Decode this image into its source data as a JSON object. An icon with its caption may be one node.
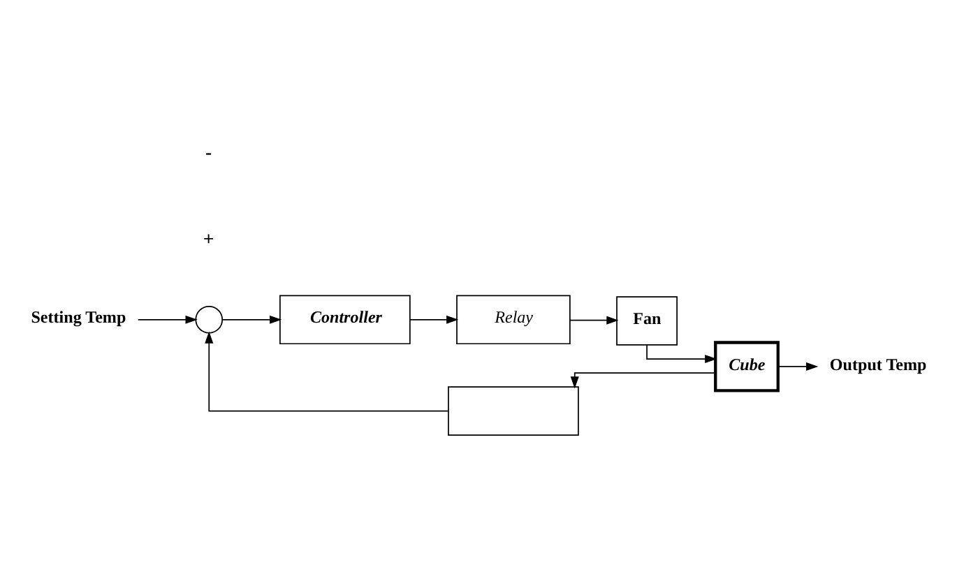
{
  "diagram": {
    "nodes": [
      {
        "text": [
          "Setting Temp"
        ]
      },
      {
        "text": [],
        "shape": "circle"
      },
      {
        "text": [
          "Controller"
        ]
      },
      {
        "text": [
          "Relay"
        ]
      },
      {
        "text": [
          "Fan"
        ]
      },
      {
        "text": [
          "Cube"
        ]
      },
      {
        "text": [
          "Output Temp"
        ]
      },
      {
        "text": [],
        "shape": "box"
      }
    ],
    "edges": [
      {
        "from": 0,
        "to": 1,
        "arrow": "to"
      },
      {
        "from": 1,
        "to": 2,
        "arrow": "to"
      },
      {
        "from": 2,
        "to": 3,
        "arrow": "to"
      },
      {
        "from": 3,
        "to": 4,
        "arrow": "to"
      },
      {
        "from": 4,
        "to": 5,
        "arrow": "to"
      },
      {
        "from": 5,
        "to": 6,
        "arrow": "to"
      },
      {
        "from": 5,
        "to": 7,
        "arrow": "to"
      },
      {
        "from": 7,
        "to": 1,
        "arrow": "to"
      }
    ],
    "labels": [
      "+",
      "-"
    ]
  }
}
